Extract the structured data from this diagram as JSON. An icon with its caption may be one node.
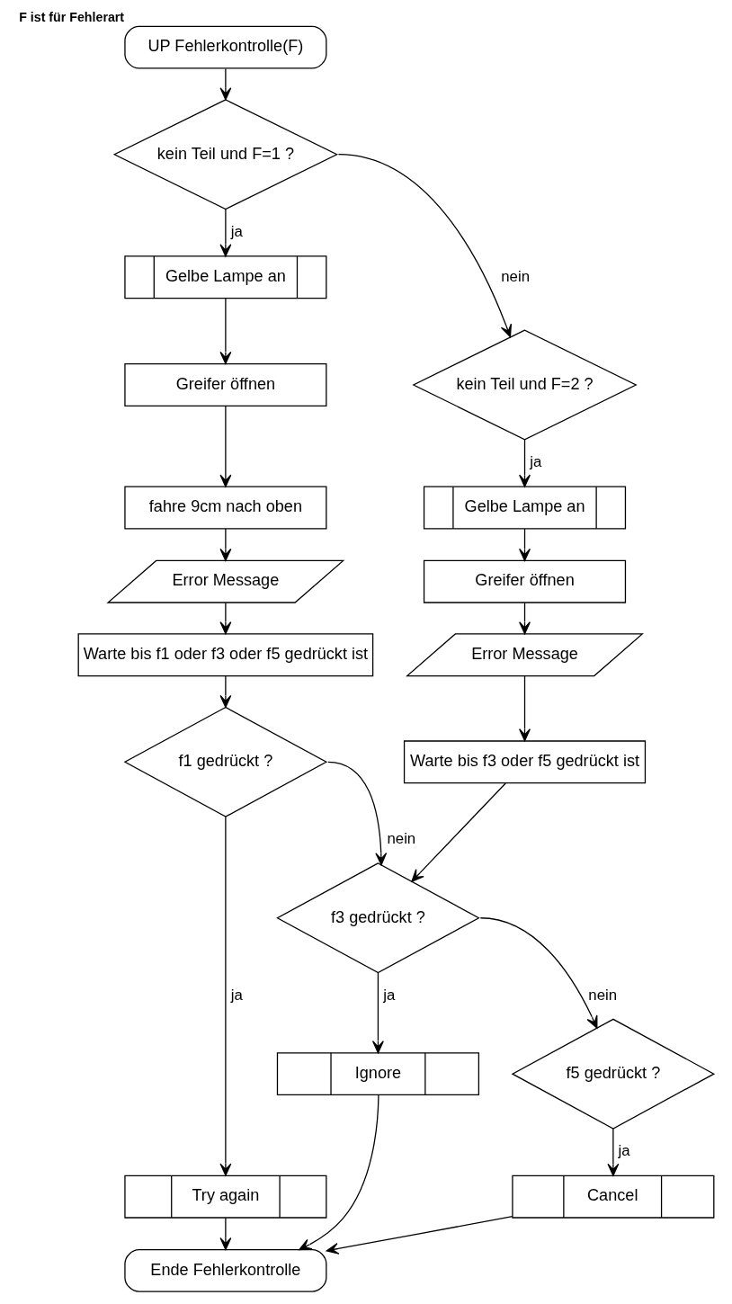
{
  "diagram": {
    "nodes": [
      {
        "text": [
          "UP Fehlerkontrolle(F)"
        ],
        "beside": [
          "F ist für Fehlerart"
        ]
      },
      {
        "text": [
          "kein Teil und F=1 ?"
        ]
      },
      {
        "text": [
          "kein Teil und F=2 ?"
        ]
      },
      {
        "text": [
          "Gelbe Lampe an"
        ]
      },
      {
        "text": [
          "Greifer öffnen"
        ]
      },
      {
        "text": [
          "fahre 9cm nach oben"
        ]
      },
      {
        "text": [
          "Error Message"
        ]
      },
      {
        "text": [
          "Warte bis f1 oder f3 oder f5 gedrückt ist"
        ]
      },
      {
        "text": [
          "Gelbe Lampe an"
        ]
      },
      {
        "text": [
          "Greifer öffnen"
        ]
      },
      {
        "text": [
          "Error Message"
        ]
      },
      {
        "text": [
          "Warte bis f3 oder f5 gedrückt ist"
        ]
      },
      {
        "text": [
          "f1 gedrückt ?"
        ]
      },
      {
        "text": [
          "f3 gedrückt ?"
        ]
      },
      {
        "text": [
          "Try again"
        ]
      },
      {
        "text": [
          "Ignore"
        ]
      },
      {
        "text": [
          "f5 gedrückt ?"
        ]
      },
      {
        "text": [
          "Cancel"
        ]
      },
      {
        "text": [
          "Ende Fehlerkontrolle"
        ]
      }
    ],
    "edges": [
      {
        "from": 0,
        "to": 1,
        "arrow": "to"
      },
      {
        "from": 1,
        "to": 2,
        "arrow": "to",
        "label": "nein"
      },
      {
        "from": 1,
        "to": 3,
        "arrow": "to",
        "label": "ja"
      },
      {
        "from": 3,
        "to": 4,
        "arrow": "to"
      },
      {
        "from": 4,
        "to": 5,
        "arrow": "to"
      },
      {
        "from": 5,
        "to": 6,
        "arrow": "to"
      },
      {
        "from": 6,
        "to": 7,
        "arrow": "to"
      },
      {
        "from": 7,
        "to": 12,
        "arrow": "to"
      },
      {
        "from": 2,
        "to": 8,
        "arrow": "to",
        "label": "ja"
      },
      {
        "from": 8,
        "to": 9,
        "arrow": "to"
      },
      {
        "from": 9,
        "to": 10,
        "arrow": "to"
      },
      {
        "from": 10,
        "to": 11,
        "arrow": "to"
      },
      {
        "from": 11,
        "to": 13,
        "arrow": "to"
      },
      {
        "from": 12,
        "to": 13,
        "arrow": "to",
        "label": "nein"
      },
      {
        "from": 12,
        "to": 14,
        "arrow": "to",
        "label": "ja"
      },
      {
        "from": 13,
        "to": 16,
        "arrow": "to",
        "label": "nein"
      },
      {
        "from": 13,
        "to": 15,
        "arrow": "to",
        "label": "ja"
      },
      {
        "from": 16,
        "to": 17,
        "arrow": "to",
        "label": "ja"
      },
      {
        "from": 14,
        "to": 18,
        "arrow": "to"
      },
      {
        "from": 15,
        "to": 18,
        "arrow": "to"
      },
      {
        "from": 17,
        "to": 18,
        "arrow": "to"
      }
    ]
  }
}
